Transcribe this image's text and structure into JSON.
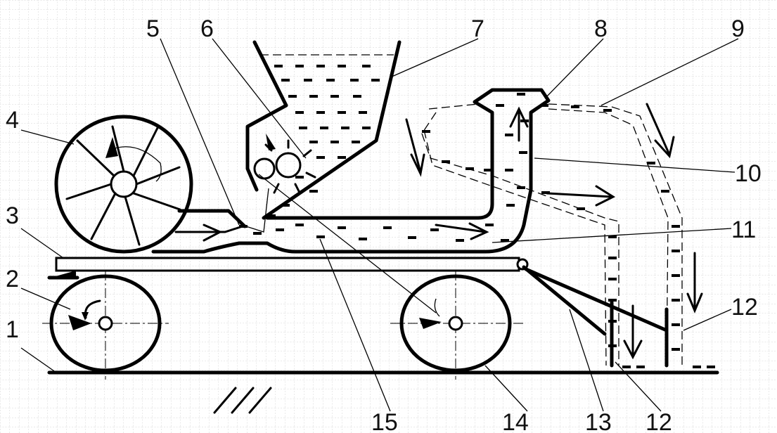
{
  "labels": {
    "l1": "1",
    "l2": "2",
    "l3": "3",
    "l4": "4",
    "l5": "5",
    "l6": "6",
    "l7": "7",
    "l8": "8",
    "l9": "9",
    "l10": "10",
    "l11": "11",
    "l12a": "12",
    "l12b": "12",
    "l13": "13",
    "l14": "14",
    "l15": "15"
  },
  "colors": {
    "line": "#000000",
    "grid": "#c8c8c8",
    "background": "#ffffff"
  }
}
